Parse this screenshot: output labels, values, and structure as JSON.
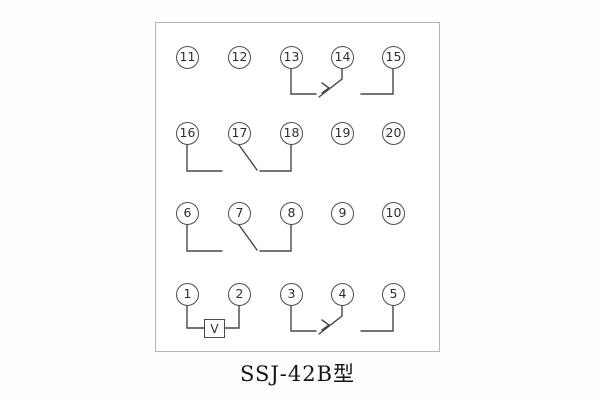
{
  "caption": "SSJ-42B型",
  "panel": {
    "v_label": "V",
    "rows": [
      {
        "terminals": [
          "11",
          "12",
          "13",
          "14",
          "15"
        ]
      },
      {
        "terminals": [
          "16",
          "17",
          "18",
          "19",
          "20"
        ]
      },
      {
        "terminals": [
          "6",
          "7",
          "8",
          "9",
          "10"
        ]
      },
      {
        "terminals": [
          "1",
          "2",
          "3",
          "4",
          "5"
        ]
      }
    ]
  },
  "colors": {
    "line": "#474747",
    "panel_border": "#b4b4b4"
  }
}
